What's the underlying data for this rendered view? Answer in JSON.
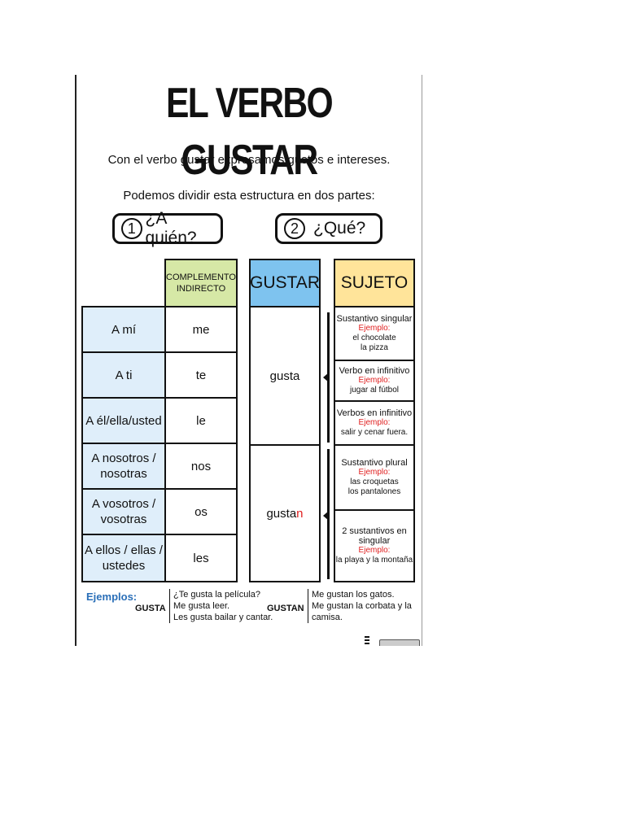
{
  "title": "EL VERBO GUSTAR",
  "intro1": "Con el verbo gustar expresamos gustos e intereses.",
  "intro2": "Podemos dividir esta estructura en dos partes:",
  "part1": {
    "num": "1",
    "label": "¿A quién?"
  },
  "part2": {
    "num": "2",
    "label": "¿Qué?"
  },
  "headers": {
    "ci": "COMPLEMENTO INDIRECTO",
    "gustar": "GUSTAR",
    "sujeto": "SUJETO"
  },
  "persons": [
    "A mí",
    "A ti",
    "A él/ella/usted",
    "A nosotros / nosotras",
    "A vosotros / vosotras",
    "A ellos / ellas / ustedes"
  ],
  "pronouns": [
    "me",
    "te",
    "le",
    "nos",
    "os",
    "les"
  ],
  "gusta": "gusta",
  "gustan_base": "gusta",
  "gustan_n": "n",
  "sujetos": [
    {
      "head": "Sustantivo singular",
      "label": "Ejemplo:",
      "lines": "el chocolate\nla pizza"
    },
    {
      "head": "Verbo en infinitivo",
      "label": "Ejemplo:",
      "lines": "jugar al fútbol"
    },
    {
      "head": "Verbos en infinitivo",
      "label": "Ejemplo:",
      "lines": "salir y cenar fuera."
    },
    {
      "head": "Sustantivo plural",
      "label": "Ejemplo:",
      "lines": "las croquetas\nlos pantalones"
    },
    {
      "head": "2 sustantivos en singular",
      "label": "Ejemplo:",
      "lines": "la playa y la montaña"
    }
  ],
  "examples": {
    "label": "Ejemplos:",
    "gusta_label": "GUSTA",
    "gusta_lines": [
      "¿Te gusta la película?",
      "Me gusta leer.",
      "Les gusta bailar y cantar."
    ],
    "gustan_label": "GUSTAN",
    "gustan_lines": [
      "Me gustan los gatos.",
      "Me gustan la corbata y la",
      "camisa."
    ]
  },
  "colors": {
    "person_bg": "#dfeefa",
    "ci_header": "#d6e8a6",
    "gustar_header": "#7ec3ef",
    "sujeto_header": "#ffe49a",
    "example_red": "#e02020",
    "examples_blue": "#2a6fb8"
  }
}
